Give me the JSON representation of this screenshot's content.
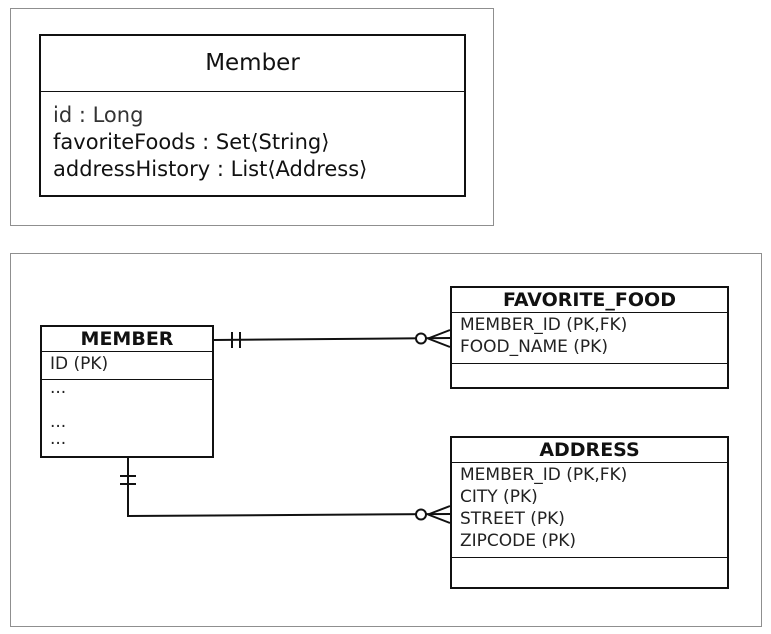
{
  "uml_class": {
    "name": "Member",
    "attributes": [
      "id : Long",
      "favoriteFoods : Set⟨String⟩",
      "addressHistory : List⟨Address⟩"
    ]
  },
  "erd": {
    "entities": {
      "member": {
        "name": "MEMBER",
        "pk": "ID (PK)",
        "rows": [
          "...",
          "",
          "...",
          "..."
        ]
      },
      "favorite_food": {
        "name": "FAVORITE_FOOD",
        "rows": [
          "MEMBER_ID (PK,FK)",
          "FOOD_NAME (PK)"
        ]
      },
      "address": {
        "name": "ADDRESS",
        "rows": [
          "MEMBER_ID (PK,FK)",
          "CITY (PK)",
          "STREET (PK)",
          "ZIPCODE (PK)"
        ]
      }
    },
    "relationships": [
      {
        "from": "MEMBER",
        "to": "FAVORITE_FOOD",
        "from_cardinality": "one-and-only-one",
        "to_cardinality": "zero-or-many"
      },
      {
        "from": "MEMBER",
        "to": "ADDRESS",
        "from_cardinality": "one-and-only-one",
        "to_cardinality": "zero-or-many"
      }
    ]
  }
}
